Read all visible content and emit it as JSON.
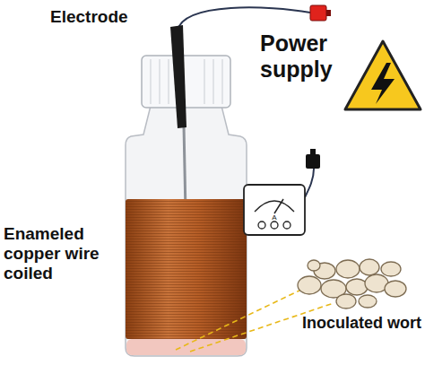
{
  "diagram": {
    "labels": [
      "Electrode",
      "Power supply",
      "Enameled copper wire coiled",
      "Inoculated wort",
      "A"
    ]
  }
}
